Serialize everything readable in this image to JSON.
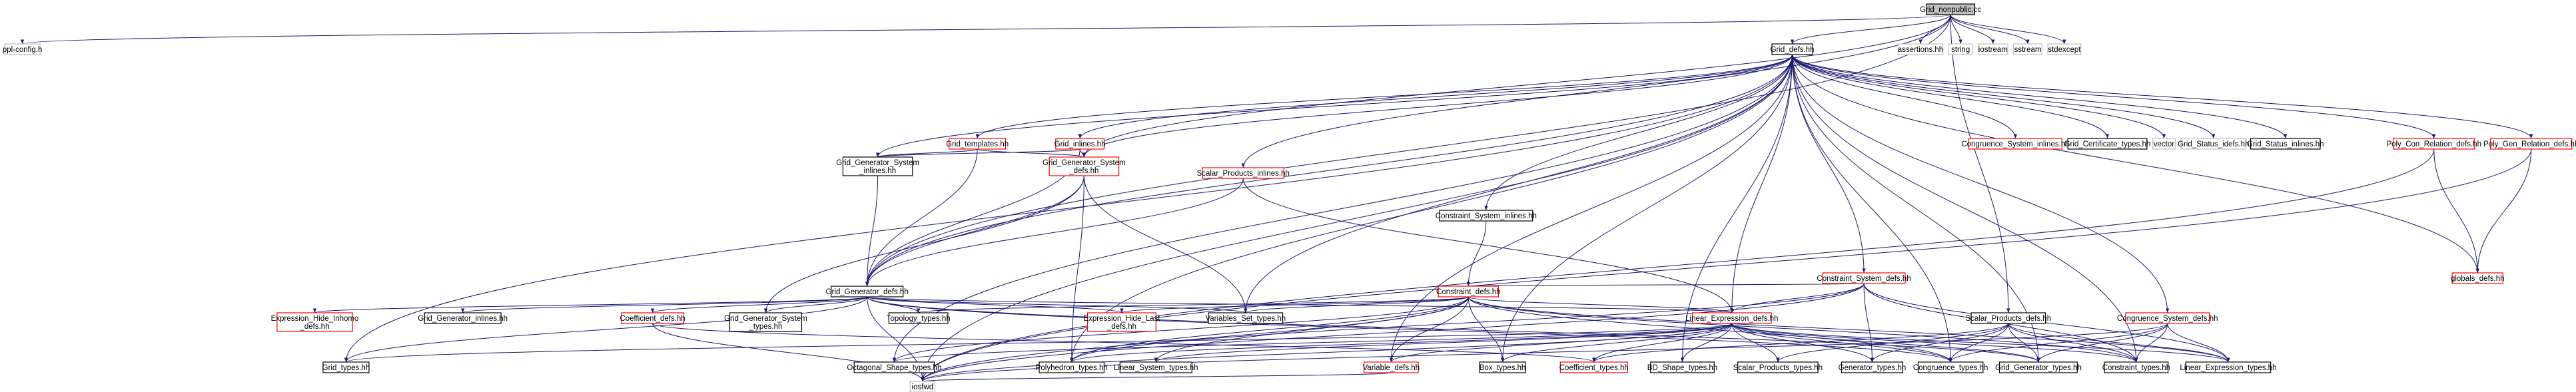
{
  "diagram": {
    "type": "include-dependency-graph",
    "colors": {
      "edge": "#191970",
      "root_fill": "#bfbfbf",
      "link_border": "#ff0000",
      "plain_border": "#000000",
      "external_border": "#bfbfbf"
    },
    "nodes": [
      {
        "id": "root",
        "lines": [
          "Grid_nonpublic.cc"
        ],
        "style": "root"
      },
      {
        "id": "pplconfig",
        "lines": [
          "ppl-config.h"
        ],
        "style": "ext"
      },
      {
        "id": "griddefs",
        "lines": [
          "Grid_defs.hh"
        ],
        "style": "plain"
      },
      {
        "id": "assertions",
        "lines": [
          "assertions.hh"
        ],
        "style": "ext"
      },
      {
        "id": "string",
        "lines": [
          "string"
        ],
        "style": "ext"
      },
      {
        "id": "iostream",
        "lines": [
          "iostream"
        ],
        "style": "ext"
      },
      {
        "id": "sstream",
        "lines": [
          "sstream"
        ],
        "style": "ext"
      },
      {
        "id": "stdexcept",
        "lines": [
          "stdexcept"
        ],
        "style": "ext"
      },
      {
        "id": "gridtemplates",
        "lines": [
          "Grid_templates.hh"
        ],
        "style": "link"
      },
      {
        "id": "gridinlines",
        "lines": [
          "Grid_inlines.hh"
        ],
        "style": "link"
      },
      {
        "id": "congsysinl",
        "lines": [
          "Congruence_System_inlines.hh"
        ],
        "style": "link"
      },
      {
        "id": "gridcert",
        "lines": [
          "Grid_Certificate_types.hh"
        ],
        "style": "plain"
      },
      {
        "id": "vector",
        "lines": [
          "vector"
        ],
        "style": "ext"
      },
      {
        "id": "gridstatusidefs",
        "lines": [
          "Grid_Status_idefs.hh"
        ],
        "style": "ext"
      },
      {
        "id": "gridstatusinl",
        "lines": [
          "Grid_Status_inlines.hh"
        ],
        "style": "plain"
      },
      {
        "id": "polycon",
        "lines": [
          "Poly_Con_Relation_defs.hh"
        ],
        "style": "link"
      },
      {
        "id": "polygen",
        "lines": [
          "Poly_Gen_Relation_defs.hh"
        ],
        "style": "link"
      },
      {
        "id": "ggsinl",
        "lines": [
          "Grid_Generator_System",
          "_inlines.hh"
        ],
        "style": "plain"
      },
      {
        "id": "ggsdefs",
        "lines": [
          "Grid_Generator_System",
          "_defs.hh"
        ],
        "style": "link"
      },
      {
        "id": "scalarinl",
        "lines": [
          "Scalar_Products_inlines.hh"
        ],
        "style": "link"
      },
      {
        "id": "csinl",
        "lines": [
          "Constraint_System_inlines.hh"
        ],
        "style": "plain"
      },
      {
        "id": "csdefs",
        "lines": [
          "Constraint_System_defs.hh"
        ],
        "style": "link"
      },
      {
        "id": "globals",
        "lines": [
          "globals_defs.hh"
        ],
        "style": "link"
      },
      {
        "id": "ggdefs",
        "lines": [
          "Grid_Generator_defs.hh"
        ],
        "style": "plain"
      },
      {
        "id": "constraintdefs",
        "lines": [
          "Constraint_defs.hh"
        ],
        "style": "link"
      },
      {
        "id": "ehi",
        "lines": [
          "Expression_Hide_Inhomo",
          "_defs.hh"
        ],
        "style": "link"
      },
      {
        "id": "gginl",
        "lines": [
          "Grid_Generator_inlines.hh"
        ],
        "style": "plain"
      },
      {
        "id": "coeffdefs",
        "lines": [
          "Coefficient_defs.hh"
        ],
        "style": "link"
      },
      {
        "id": "ggstypes",
        "lines": [
          "Grid_Generator_System",
          "_types.hh"
        ],
        "style": "plain"
      },
      {
        "id": "topology",
        "lines": [
          "Topology_types.hh"
        ],
        "style": "plain"
      },
      {
        "id": "ehl",
        "lines": [
          "Expression_Hide_Last",
          "_defs.hh"
        ],
        "style": "link"
      },
      {
        "id": "varset",
        "lines": [
          "Variables_Set_types.hh"
        ],
        "style": "plain"
      },
      {
        "id": "ledefs",
        "lines": [
          "Linear_Expression_defs.hh"
        ],
        "style": "link"
      },
      {
        "id": "scalardefs",
        "lines": [
          "Scalar_Products_defs.hh"
        ],
        "style": "plain"
      },
      {
        "id": "congsysdefs",
        "lines": [
          "Congruence_System_defs.hh"
        ],
        "style": "link"
      },
      {
        "id": "gridtypes",
        "lines": [
          "Grid_types.hh"
        ],
        "style": "plain"
      },
      {
        "id": "octagonal",
        "lines": [
          "Octagonal_Shape_types.hh"
        ],
        "style": "plain"
      },
      {
        "id": "polyhedron",
        "lines": [
          "Polyhedron_types.hh"
        ],
        "style": "plain"
      },
      {
        "id": "lstypes",
        "lines": [
          "Linear_System_types.hh"
        ],
        "style": "plain"
      },
      {
        "id": "vardefs",
        "lines": [
          "Variable_defs.hh"
        ],
        "style": "link"
      },
      {
        "id": "boxtypes",
        "lines": [
          "Box_types.hh"
        ],
        "style": "plain"
      },
      {
        "id": "coefftypes",
        "lines": [
          "Coefficient_types.hh"
        ],
        "style": "link"
      },
      {
        "id": "bdshape",
        "lines": [
          "BD_Shape_types.hh"
        ],
        "style": "plain"
      },
      {
        "id": "sptypes",
        "lines": [
          "Scalar_Products_types.hh"
        ],
        "style": "plain"
      },
      {
        "id": "gentypes",
        "lines": [
          "Generator_types.hh"
        ],
        "style": "plain"
      },
      {
        "id": "congtypes",
        "lines": [
          "Congruence_types.hh"
        ],
        "style": "plain"
      },
      {
        "id": "ggtypes",
        "lines": [
          "Grid_Generator_types.hh"
        ],
        "style": "plain"
      },
      {
        "id": "constrtypes",
        "lines": [
          "Constraint_types.hh"
        ],
        "style": "plain"
      },
      {
        "id": "letypes",
        "lines": [
          "Linear_Expression_types.hh"
        ],
        "style": "plain"
      },
      {
        "id": "iosfwd",
        "lines": [
          "iosfwd"
        ],
        "style": "ext"
      }
    ],
    "edges": [
      [
        "root",
        "pplconfig"
      ],
      [
        "root",
        "griddefs"
      ],
      [
        "root",
        "assertions"
      ],
      [
        "root",
        "string"
      ],
      [
        "root",
        "iostream"
      ],
      [
        "root",
        "sstream"
      ],
      [
        "root",
        "stdexcept"
      ],
      [
        "root",
        "ggsdefs"
      ],
      [
        "root",
        "scalarinl"
      ],
      [
        "root",
        "scalardefs"
      ],
      [
        "root",
        "ggdefs"
      ],
      [
        "griddefs",
        "gridtemplates"
      ],
      [
        "griddefs",
        "gridinlines"
      ],
      [
        "griddefs",
        "congsysinl"
      ],
      [
        "griddefs",
        "gridcert"
      ],
      [
        "griddefs",
        "vector"
      ],
      [
        "griddefs",
        "gridstatusidefs"
      ],
      [
        "griddefs",
        "gridstatusinl"
      ],
      [
        "griddefs",
        "polycon"
      ],
      [
        "griddefs",
        "polygen"
      ],
      [
        "griddefs",
        "ggsinl"
      ],
      [
        "griddefs",
        "ggsdefs"
      ],
      [
        "griddefs",
        "csinl"
      ],
      [
        "griddefs",
        "csdefs"
      ],
      [
        "griddefs",
        "globals"
      ],
      [
        "griddefs",
        "ggdefs"
      ],
      [
        "griddefs",
        "varset"
      ],
      [
        "griddefs",
        "ledefs"
      ],
      [
        "griddefs",
        "congsysdefs"
      ],
      [
        "griddefs",
        "gridtypes"
      ],
      [
        "griddefs",
        "octagonal"
      ],
      [
        "griddefs",
        "polyhedron"
      ],
      [
        "griddefs",
        "vardefs"
      ],
      [
        "griddefs",
        "boxtypes"
      ],
      [
        "griddefs",
        "bdshape"
      ],
      [
        "griddefs",
        "ggtypes"
      ],
      [
        "griddefs",
        "constrtypes"
      ],
      [
        "griddefs",
        "congtypes"
      ],
      [
        "griddefs",
        "iosfwd"
      ],
      [
        "gridtemplates",
        "ggsinl"
      ],
      [
        "gridtemplates",
        "ggsdefs"
      ],
      [
        "gridtemplates",
        "ggdefs"
      ],
      [
        "gridinlines",
        "ggsinl"
      ],
      [
        "gridinlines",
        "ggsdefs"
      ],
      [
        "gridinlines",
        "ggdefs"
      ],
      [
        "polycon",
        "globals"
      ],
      [
        "polycon",
        "iosfwd"
      ],
      [
        "polygen",
        "globals"
      ],
      [
        "polygen",
        "iosfwd"
      ],
      [
        "ggsinl",
        "ggdefs"
      ],
      [
        "ggsdefs",
        "ggdefs"
      ],
      [
        "ggsdefs",
        "polyhedron"
      ],
      [
        "ggsdefs",
        "varset"
      ],
      [
        "ggsdefs",
        "ggstypes"
      ],
      [
        "scalarinl",
        "ggdefs"
      ],
      [
        "scalarinl",
        "ledefs"
      ],
      [
        "csinl",
        "constraintdefs"
      ],
      [
        "csdefs",
        "constraintdefs"
      ],
      [
        "csdefs",
        "ledefs"
      ],
      [
        "csdefs",
        "constrtypes"
      ],
      [
        "csdefs",
        "letypes"
      ],
      [
        "csdefs",
        "iosfwd"
      ],
      [
        "csdefs",
        "gentypes"
      ],
      [
        "csdefs",
        "polyhedron"
      ],
      [
        "ggdefs",
        "ehi"
      ],
      [
        "ggdefs",
        "gginl"
      ],
      [
        "ggdefs",
        "coeffdefs"
      ],
      [
        "ggdefs",
        "ggstypes"
      ],
      [
        "ggdefs",
        "topology"
      ],
      [
        "ggdefs",
        "ehl"
      ],
      [
        "ggdefs",
        "varset"
      ],
      [
        "ggdefs",
        "ledefs"
      ],
      [
        "ggdefs",
        "gridtypes"
      ],
      [
        "ggdefs",
        "iosfwd"
      ],
      [
        "ggdefs",
        "ggtypes"
      ],
      [
        "ggdefs",
        "congtypes"
      ],
      [
        "constraintdefs",
        "topology"
      ],
      [
        "constraintdefs",
        "ehl"
      ],
      [
        "constraintdefs",
        "varset"
      ],
      [
        "constraintdefs",
        "ledefs"
      ],
      [
        "constraintdefs",
        "octagonal"
      ],
      [
        "constraintdefs",
        "polyhedron"
      ],
      [
        "constraintdefs",
        "lstypes"
      ],
      [
        "constraintdefs",
        "vardefs"
      ],
      [
        "constraintdefs",
        "boxtypes"
      ],
      [
        "constraintdefs",
        "constrtypes"
      ],
      [
        "constraintdefs",
        "congtypes"
      ],
      [
        "constraintdefs",
        "letypes"
      ],
      [
        "constraintdefs",
        "iosfwd"
      ],
      [
        "coeffdefs",
        "coefftypes"
      ],
      [
        "coeffdefs",
        "iosfwd"
      ],
      [
        "ledefs",
        "gridtypes"
      ],
      [
        "ledefs",
        "octagonal"
      ],
      [
        "ledefs",
        "polyhedron"
      ],
      [
        "ledefs",
        "lstypes"
      ],
      [
        "ledefs",
        "vardefs"
      ],
      [
        "ledefs",
        "boxtypes"
      ],
      [
        "ledefs",
        "coefftypes"
      ],
      [
        "ledefs",
        "bdshape"
      ],
      [
        "ledefs",
        "sptypes"
      ],
      [
        "ledefs",
        "gentypes"
      ],
      [
        "ledefs",
        "congtypes"
      ],
      [
        "ledefs",
        "ggtypes"
      ],
      [
        "ledefs",
        "constrtypes"
      ],
      [
        "ledefs",
        "letypes"
      ],
      [
        "ledefs",
        "iosfwd"
      ],
      [
        "vardefs",
        "iosfwd"
      ],
      [
        "scalardefs",
        "sptypes"
      ],
      [
        "scalardefs",
        "gentypes"
      ],
      [
        "scalardefs",
        "congtypes"
      ],
      [
        "scalardefs",
        "ggtypes"
      ],
      [
        "scalardefs",
        "constrtypes"
      ],
      [
        "scalardefs",
        "coefftypes"
      ],
      [
        "scalardefs",
        "letypes"
      ],
      [
        "congsysdefs",
        "congtypes"
      ],
      [
        "congsysdefs",
        "ggtypes"
      ],
      [
        "congsysdefs",
        "constrtypes"
      ],
      [
        "congsysdefs",
        "letypes"
      ],
      [
        "congsysdefs",
        "iosfwd"
      ]
    ]
  }
}
